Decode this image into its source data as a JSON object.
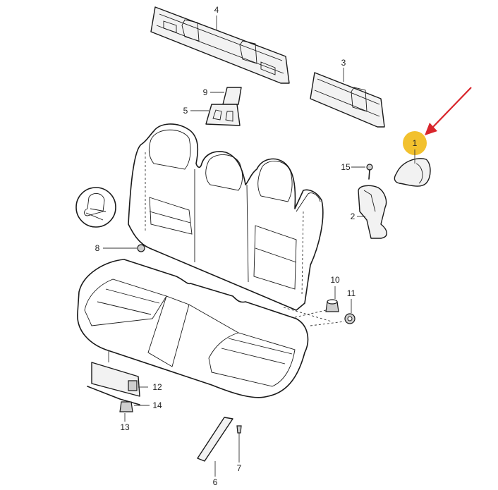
{
  "colors": {
    "line": "#1a1a1a",
    "highlight": "#f2c12e",
    "arrow": "#d9262c"
  },
  "callouts": [
    {
      "id": "1",
      "label": "1",
      "highlighted": true
    },
    {
      "id": "2",
      "label": "2"
    },
    {
      "id": "3",
      "label": "3"
    },
    {
      "id": "4",
      "label": "4"
    },
    {
      "id": "5",
      "label": "5"
    },
    {
      "id": "6",
      "label": "6"
    },
    {
      "id": "7",
      "label": "7"
    },
    {
      "id": "8",
      "label": "8"
    },
    {
      "id": "9",
      "label": "9"
    },
    {
      "id": "10",
      "label": "10"
    },
    {
      "id": "11",
      "label": "11"
    },
    {
      "id": "12",
      "label": "12"
    },
    {
      "id": "13",
      "label": "13"
    },
    {
      "id": "14",
      "label": "14"
    },
    {
      "id": "15",
      "label": "15"
    }
  ]
}
